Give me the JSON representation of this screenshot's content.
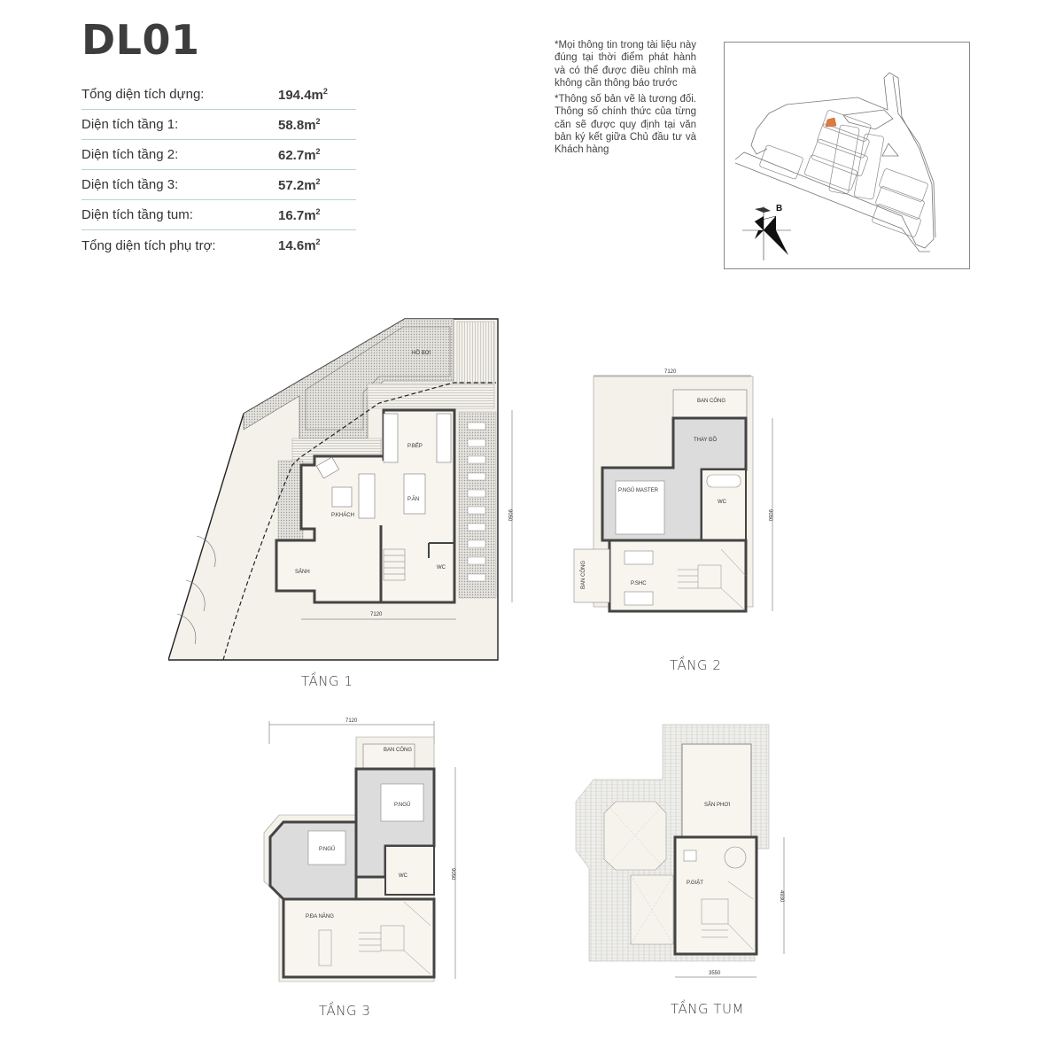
{
  "header": {
    "title": "DL01"
  },
  "specs": [
    {
      "label": "Tổng diện tích dựng:",
      "value": "194.4m",
      "unit_sup": "2"
    },
    {
      "label": "Diện tích tầng 1:",
      "value": "58.8m",
      "unit_sup": "2"
    },
    {
      "label": "Diện tích tầng 2:",
      "value": "62.7m",
      "unit_sup": "2"
    },
    {
      "label": "Diện tích tầng 3:",
      "value": "57.2m",
      "unit_sup": "2"
    },
    {
      "label": "Diện tích tầng tum:",
      "value": "16.7m",
      "unit_sup": "2"
    },
    {
      "label": "Tổng diện tích phụ trợ:",
      "value": "14.6m",
      "unit_sup": "2"
    }
  ],
  "notes": [
    "*Mọi thông tin trong tài liệu này đúng tại thời điểm phát hành và có thể được điều chỉnh mà không cần thông báo trước",
    "*Thông số bản vẽ là tương đối. Thông số chính thức của từng căn sẽ được quy định tại văn bản ký kết giữa Chủ đầu tư và Khách hàng"
  ],
  "keymap": {
    "compass_label": "B",
    "highlight_color": "#e07a3f"
  },
  "floors": {
    "floor1": {
      "label": "TẦNG 1",
      "rooms": {
        "pool": "HỒ BƠI",
        "kitchen": "P.BẾP",
        "living": "P.KHÁCH",
        "dining": "P.ĂN",
        "lobby": "SẢNH",
        "wc": "WC"
      },
      "dims": {
        "width": "7120",
        "depth": "9050"
      }
    },
    "floor2": {
      "label": "TẦNG 2",
      "rooms": {
        "balcony_top": "BAN CÔNG",
        "dressing": "THAY ĐỒ",
        "master": "P.NGỦ MASTER",
        "wc": "WC",
        "balcony_side": "BAN CÔNG",
        "family": "P.SHC"
      },
      "dims": {
        "width": "7120",
        "depth": "9050"
      }
    },
    "floor3": {
      "label": "TẦNG 3",
      "rooms": {
        "balcony": "BAN CÔNG",
        "bed1": "P.NGỦ",
        "bed2": "P.NGỦ",
        "wc": "WC",
        "multi": "P.ĐA NĂNG"
      },
      "dims": {
        "width": "7120",
        "depth": "9050"
      }
    },
    "floor_tum": {
      "label": "TẦNG TUM",
      "rooms": {
        "drying": "SÂN PHƠI",
        "laundry": "P.GIẶT"
      },
      "dims": {
        "width": "3550",
        "depth": "4930"
      }
    }
  },
  "colors": {
    "floor_fill": "#f3f1e9",
    "wall": "#4a4a4a",
    "shaded_room": "#dcdcdc",
    "pattern": "#c9c9c9"
  }
}
